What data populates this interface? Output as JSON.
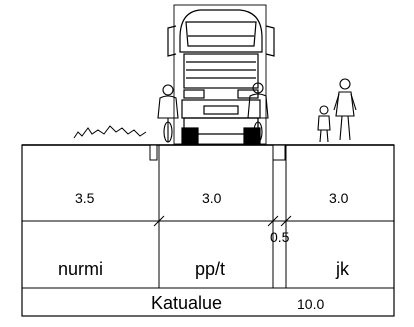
{
  "zones": [
    {
      "name": "nurmi",
      "width": "3.5"
    },
    {
      "name": "pp/t",
      "width": "3.0"
    },
    {
      "name": "",
      "width": "0.5"
    },
    {
      "name": "jk",
      "width": "3.0"
    }
  ],
  "total": {
    "label": "Katualue",
    "width": "10.0"
  },
  "illustrations": [
    "truck",
    "cyclist",
    "cyclist",
    "adult-pedestrian",
    "child-pedestrian",
    "grass"
  ]
}
